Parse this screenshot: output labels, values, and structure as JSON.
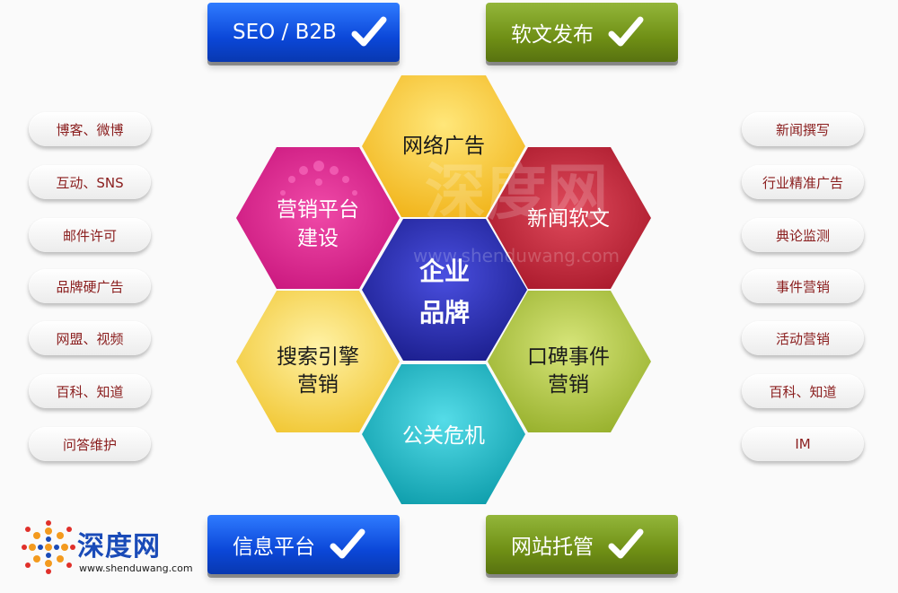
{
  "corner_buttons": {
    "top_left": "SEO / B2B",
    "top_right": "软文发布",
    "bottom_left": "信息平台",
    "bottom_right": "网站托管"
  },
  "left_items": [
    "博客、微博",
    "互动、SNS",
    "邮件许可",
    "品牌硬广告",
    "网盟、视频",
    "百科、知道",
    "问答维护"
  ],
  "right_items": [
    "新闻撰写",
    "行业精准广告",
    "典论监测",
    "事件营销",
    "活动营销",
    "百科、知道",
    "IM"
  ],
  "hexagons": {
    "center_line1": "企业",
    "center_line2": "品牌",
    "top": "网络广告",
    "top_left_line1": "营销平台",
    "top_left_line2": "建设",
    "top_right": "新闻软文",
    "bottom_left_line1": "搜索引擎",
    "bottom_left_line2": "营销",
    "bottom_right_line1": "口碑事件",
    "bottom_right_line2": "营销",
    "bottom": "公关危机"
  },
  "watermark": {
    "text": "深度网",
    "url": "www.shenduwang.com"
  },
  "logo": {
    "name": "深度网",
    "url": "www.shenduwang.com"
  },
  "colors": {
    "blue_button": "#0b47d8",
    "green_button": "#6f8f15",
    "center_hex": "#2a2bb0",
    "top_hex": "#f6c52c",
    "top_left_hex": "#d81d8e",
    "top_right_hex": "#c2283a",
    "bottom_left_hex": "#f2cf3a",
    "bottom_right_hex": "#a8c036",
    "bottom_hex": "#13aebe",
    "pill_text": "#8a1d1d"
  }
}
